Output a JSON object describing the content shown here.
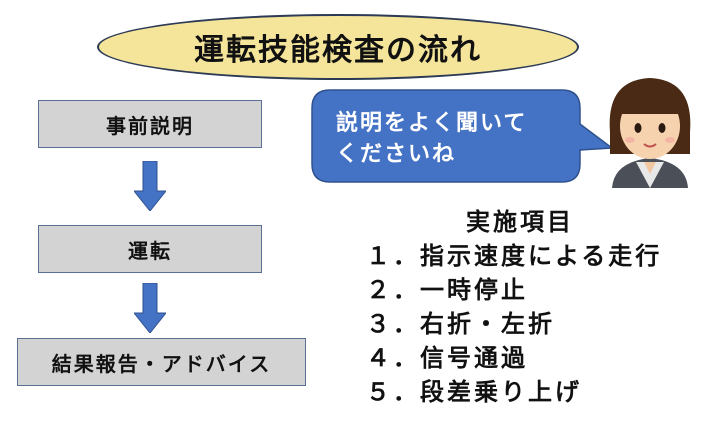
{
  "title": "運転技能検査の流れ",
  "flow": {
    "steps": [
      "事前説明",
      "運転",
      "結果報告・アドバイス"
    ]
  },
  "speech_bubble": {
    "lines": [
      "説明をよく聞いて",
      "くださいね"
    ]
  },
  "checklist": {
    "heading": "実施項目",
    "items": [
      "１．指示速度による走行",
      "２．一時停止",
      "３．右折・左折",
      "４．信号通過",
      "５．段差乗り上げ"
    ]
  },
  "colors": {
    "title_fill": "#f4e59a",
    "box_fill": "#d3d3d3",
    "arrow": "#4472c4",
    "bubble": "#4472c4"
  }
}
